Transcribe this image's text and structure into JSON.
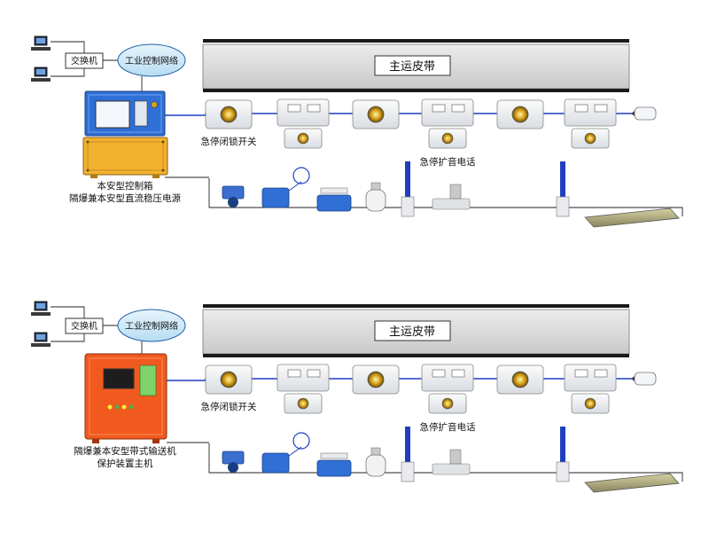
{
  "sections": [
    {
      "switch_label": "交换机",
      "network_label": "工业控制网络",
      "belt_label": "主运皮带",
      "estop_label": "急停闭锁开关",
      "phone_label": "急停扩音电话",
      "controller_lines": [
        "本安型控制箱",
        "隔爆兼本安型直流稳压电源"
      ]
    },
    {
      "switch_label": "交换机",
      "network_label": "工业控制网络",
      "belt_label": "主运皮带",
      "estop_label": "急停闭锁开关",
      "phone_label": "急停扩音电话",
      "controller_lines": [
        "隔爆兼本安型带式输送机",
        "保护装置主机"
      ]
    }
  ],
  "colors": {
    "cable": "#1f3fbf",
    "wire": "#222222",
    "belt_fill": "#d9d9d9",
    "belt_rail": "#1a1a1a",
    "network_fill": "#cfe8f7",
    "controller_blue": "#2f6fd6",
    "psu_yellow": "#f2b230",
    "controller_orange": "#f05a1e"
  },
  "icons": [
    "computer-icon",
    "estop-switch-icon",
    "speaker-phone-icon",
    "sensor-icon",
    "tilt-sensor-icon",
    "tear-sensor-icon",
    "temperature-sensor-icon",
    "deviation-sensor-icon",
    "smoke-sensor-icon",
    "plate-sensor-icon"
  ]
}
